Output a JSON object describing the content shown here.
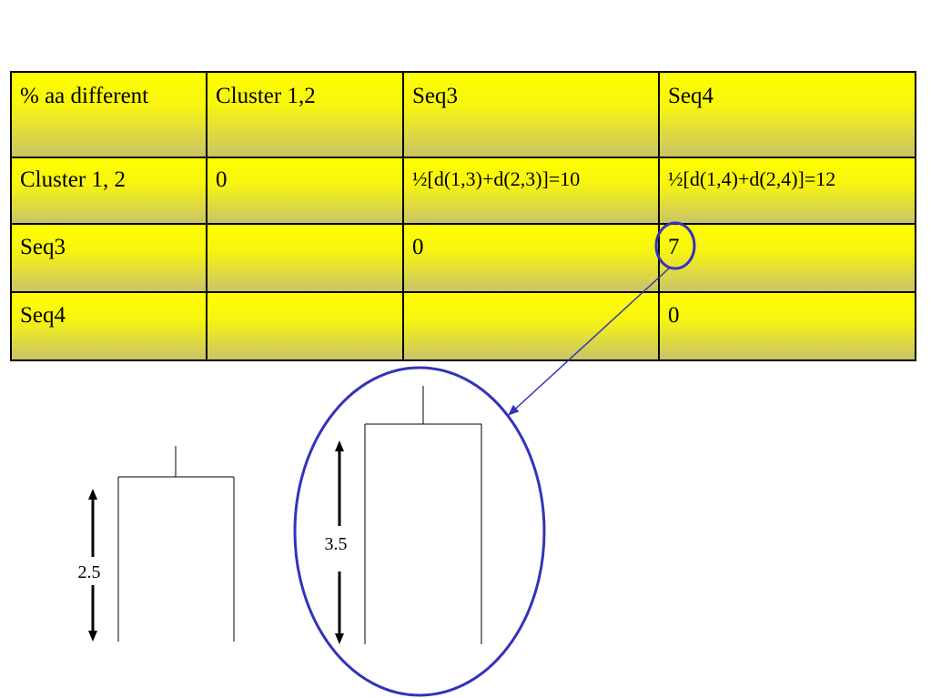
{
  "matrix": {
    "headers": [
      "% aa different",
      "Cluster 1,2",
      "Seq3",
      "Seq4"
    ],
    "rows": [
      [
        "Cluster 1, 2",
        "0",
        "½[d(1,3)+d(2,3)]=10",
        "½[d(1,4)+d(2,4)]=12"
      ],
      [
        "Seq3",
        "",
        "0",
        "7"
      ],
      [
        "Seq4",
        "",
        "",
        "0"
      ]
    ]
  },
  "dendrograms": {
    "left_height_label": "2.5",
    "right_height_label": "3.5"
  },
  "colors": {
    "cell_yellow": "#ffff00",
    "highlight_blue": "#3333bb"
  }
}
